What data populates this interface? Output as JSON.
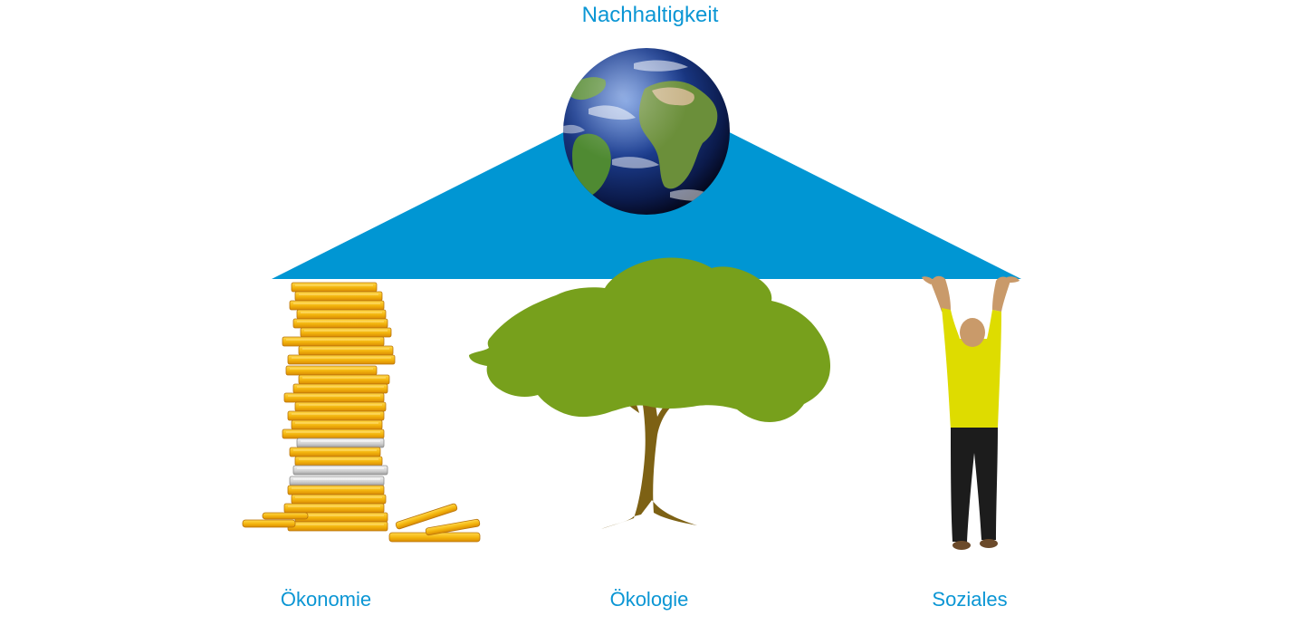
{
  "diagram": {
    "title": "Nachhaltigkeit",
    "pillars": [
      {
        "label": "Ökonomie",
        "icon": "coin-stack-icon"
      },
      {
        "label": "Ökologie",
        "icon": "tree-icon"
      },
      {
        "label": "Soziales",
        "icon": "person-icon"
      }
    ],
    "roof_icon": "earth-globe-icon"
  },
  "colors": {
    "roof": "#0096d3",
    "label_text": "#0b96d4",
    "tree_canopy": "#77a01c",
    "tree_trunk": "#7d6114",
    "coin_gold": "#f2b80e",
    "coin_dark": "#d68a04",
    "coin_silver": "#cfcfcf",
    "shirt": "#dedc00",
    "pants": "#1c1c1c",
    "skin": "#c99a6a",
    "ocean": "#1e3c8a",
    "land": "#4f8a32"
  }
}
